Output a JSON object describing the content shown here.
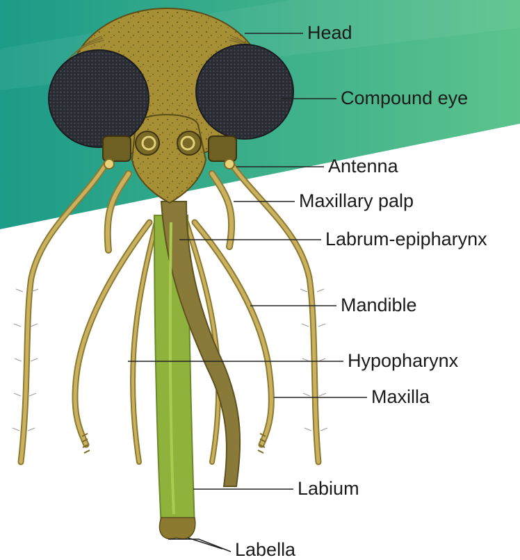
{
  "colors": {
    "banner_dark": "#1c9b88",
    "banner_light": "#52c08c",
    "head_fill": "#a68f34",
    "eye_fill": "#2d2f36",
    "appendage_fill": "#b39a45",
    "labrum_fill": "#8a7a3a",
    "hypopharynx_fill": "#8fb23c",
    "leader_line": "#222222"
  },
  "labels": {
    "head": "Head",
    "compound_eye": "Compound eye",
    "antenna": "Antenna",
    "maxillary_palp": "Maxillary palp",
    "labrum_epipharynx": "Labrum-epipharynx",
    "mandible": "Mandible",
    "hypopharynx": "Hypopharynx",
    "maxilla": "Maxilla",
    "labium": "Labium",
    "labella": "Labella"
  }
}
